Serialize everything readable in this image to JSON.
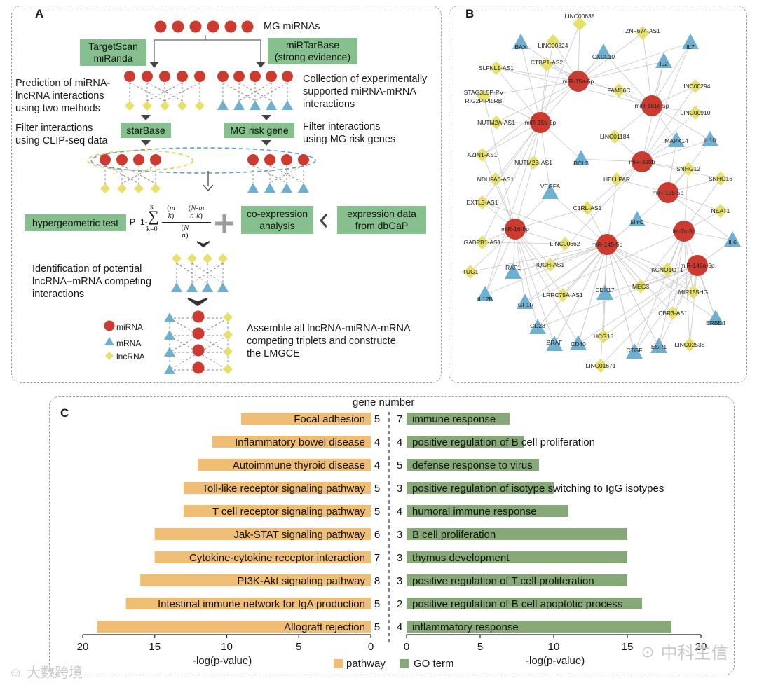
{
  "panels": {
    "a": "A",
    "b": "B",
    "c": "C"
  },
  "panel_a": {
    "mg_mirnas": "MG miRNAs",
    "targetscan": "TargetScan",
    "miranda": "miRanda",
    "mirtarbase": "miRTarBase",
    "strong_evidence": "(strong evidence)",
    "prediction_1": "Prediction of miRNA-",
    "prediction_2": "lncRNA interactions",
    "prediction_3": "using two methods",
    "collection_1": "Collection of experimentally",
    "collection_2": "supported miRNA-mRNA",
    "collection_3": "interactions",
    "filter_clip_1": "Filter interactions",
    "filter_clip_2": "using CLIP-seq data",
    "starbase": "starBase",
    "mg_risk_gene": "MG risk gene",
    "filter_mg_1": "Filter interactions",
    "filter_mg_2": "using MG risk genes",
    "hypergeometric": "hypergeometric test",
    "formula_prefix": "P=1-",
    "formula_x": "x",
    "formula_k0": "k=0",
    "formula_m": "m",
    "formula_k": "k",
    "formula_nm": "N-m",
    "formula_nk": "n-k",
    "formula_N": "N",
    "formula_n": "n",
    "coexpression_1": "co-expression",
    "coexpression_2": "analysis",
    "expression_1": "expression data",
    "expression_2": "from dbGaP",
    "identification_1": "Identification of potential",
    "identification_2": "lncRNA–mRNA competing",
    "identification_3": "interactions",
    "legend_mirna": "miRNA",
    "legend_mrna": "mRNA",
    "legend_lncrna": "lncRNA",
    "assemble_1": "Assemble all lncRNA-miRNA-mRNA",
    "assemble_2": "competing triplets and constructe",
    "assemble_3": "the LMGCE"
  },
  "network": {
    "colors": {
      "mirna": "#cc3b2f",
      "mrna": "#6fafd0",
      "lncrna": "#e6e06e",
      "edge": "#c8c8c8"
    },
    "nodes": [
      {
        "id": "LINC00638",
        "type": "lncrna"
      },
      {
        "id": "BAX",
        "type": "mrna"
      },
      {
        "id": "LINC00324",
        "type": "lncrna"
      },
      {
        "id": "CXCL10",
        "type": "mrna"
      },
      {
        "id": "ZNF674-AS1",
        "type": "lncrna"
      },
      {
        "id": "IL7",
        "type": "mrna"
      },
      {
        "id": "IL2",
        "type": "mrna"
      },
      {
        "id": "CTBP1-AS2",
        "type": "lncrna"
      },
      {
        "id": "SLFNL1-AS1",
        "type": "lncrna"
      },
      {
        "id": "miR-15a-5p",
        "type": "mirna"
      },
      {
        "id": "FAM66C",
        "type": "lncrna"
      },
      {
        "id": "LINC00294",
        "type": "lncrna"
      },
      {
        "id": "STAG3L5P-PVRIG2P-PILRB",
        "type": "lncrna"
      },
      {
        "id": "miR-181c-5p",
        "type": "mirna"
      },
      {
        "id": "LINC00910",
        "type": "lncrna"
      },
      {
        "id": "NUTM2A-AS1",
        "type": "lncrna"
      },
      {
        "id": "miR-15b-5p",
        "type": "mirna"
      },
      {
        "id": "LINC01184",
        "type": "lncrna"
      },
      {
        "id": "MAPK14",
        "type": "mrna"
      },
      {
        "id": "IL10",
        "type": "mrna"
      },
      {
        "id": "AZIN1-AS1",
        "type": "lncrna"
      },
      {
        "id": "NUTM2B-AS1",
        "type": "lncrna"
      },
      {
        "id": "BCL2",
        "type": "mrna"
      },
      {
        "id": "miR-320b",
        "type": "mirna"
      },
      {
        "id": "SNHG12",
        "type": "lncrna"
      },
      {
        "id": "SNHG16",
        "type": "lncrna"
      },
      {
        "id": "NDUFA6-AS1",
        "type": "lncrna"
      },
      {
        "id": "VEGFA",
        "type": "mrna"
      },
      {
        "id": "HELLPAR",
        "type": "lncrna"
      },
      {
        "id": "miR-155-5p",
        "type": "mirna"
      },
      {
        "id": "EXTL3-AS1",
        "type": "lncrna"
      },
      {
        "id": "C1RL-AS1",
        "type": "lncrna"
      },
      {
        "id": "NEAT1",
        "type": "lncrna"
      },
      {
        "id": "miR-16-5p",
        "type": "mirna"
      },
      {
        "id": "MYC",
        "type": "mrna"
      },
      {
        "id": "let-7c-5p",
        "type": "mirna"
      },
      {
        "id": "GABPB1-AS1",
        "type": "lncrna"
      },
      {
        "id": "LINC00662",
        "type": "lncrna"
      },
      {
        "id": "miR-145-5p",
        "type": "mirna"
      },
      {
        "id": "IL6",
        "type": "mrna"
      },
      {
        "id": "TUG1",
        "type": "lncrna"
      },
      {
        "id": "RAF1",
        "type": "mrna"
      },
      {
        "id": "IQCH-AS1",
        "type": "lncrna"
      },
      {
        "id": "KCNQ1OT1",
        "type": "lncrna"
      },
      {
        "id": "miR-146a-5p",
        "type": "mirna"
      },
      {
        "id": "IL12B",
        "type": "mrna"
      },
      {
        "id": "IGF1R",
        "type": "mrna"
      },
      {
        "id": "LRRC75A-AS1",
        "type": "lncrna"
      },
      {
        "id": "DDX17",
        "type": "mrna"
      },
      {
        "id": "MEG3",
        "type": "lncrna"
      },
      {
        "id": "MIR155HG",
        "type": "lncrna"
      },
      {
        "id": "CD28",
        "type": "mrna"
      },
      {
        "id": "CBR3-AS1",
        "type": "lncrna"
      },
      {
        "id": "ERBB4",
        "type": "mrna"
      },
      {
        "id": "BRAF",
        "type": "mrna"
      },
      {
        "id": "HCG18",
        "type": "lncrna"
      },
      {
        "id": "CD40",
        "type": "mrna"
      },
      {
        "id": "CTGF",
        "type": "mrna"
      },
      {
        "id": "ESR1",
        "type": "mrna"
      },
      {
        "id": "LINC02538",
        "type": "lncrna"
      },
      {
        "id": "LINC01671",
        "type": "lncrna"
      }
    ]
  },
  "panel_c": {
    "gene_number_title": "gene number",
    "left_xlabel": "-log(p-value)",
    "right_xlabel": "-log(p-value)",
    "legend_pathway": "pathway",
    "legend_goterm": "GO term"
  },
  "chart_data": [
    {
      "type": "bar",
      "orientation": "horizontal",
      "series_name": "pathway",
      "color": "#f0bd74",
      "xlabel": "-log(p-value)",
      "xlim": [
        20,
        0
      ],
      "xticks": [
        20,
        15,
        10,
        5,
        0
      ],
      "categories": [
        "Focal adhesion",
        "Inflammatory bowel disease",
        "Autoimmune thyroid disease",
        "Toll-like receptor signaling pathway",
        "T cell receptor signaling pathway",
        "Jak-STAT signaling pathway",
        "Cytokine-cytokine receptor interaction",
        "PI3K-Akt signaling pathway",
        "Intestinal immune network for IgA production",
        "Allograft rejection"
      ],
      "values": [
        9,
        11,
        12,
        13,
        13,
        15,
        15,
        16,
        17,
        19
      ],
      "gene_numbers": [
        "5",
        "4",
        "4",
        "5",
        "5",
        "6",
        "7",
        "8",
        "5",
        "5"
      ]
    },
    {
      "type": "bar",
      "orientation": "horizontal",
      "series_name": "GO term",
      "color": "#86a977",
      "xlabel": "-log(p-value)",
      "xlim": [
        0,
        20
      ],
      "xticks": [
        0,
        5,
        10,
        15,
        20
      ],
      "categories": [
        "immune response",
        "positive regulation of B cell proliferation",
        "defense response to virus",
        "positive regulation of isotype switching to IgG isotypes",
        "humoral immune response",
        "B cell proliferation",
        "thymus development",
        "positive regulation of T cell proliferation",
        "positive regulation of B cell apoptotic process",
        "inflammatory response"
      ],
      "values": [
        7,
        8,
        9,
        10,
        11,
        15,
        15,
        15,
        16,
        18
      ],
      "gene_numbers": [
        "7",
        "4",
        "5",
        "3",
        "4",
        "3",
        "3",
        "3",
        "2",
        "4"
      ]
    }
  ],
  "watermarks": {
    "left": "大数跨境",
    "right": "中科生信"
  }
}
